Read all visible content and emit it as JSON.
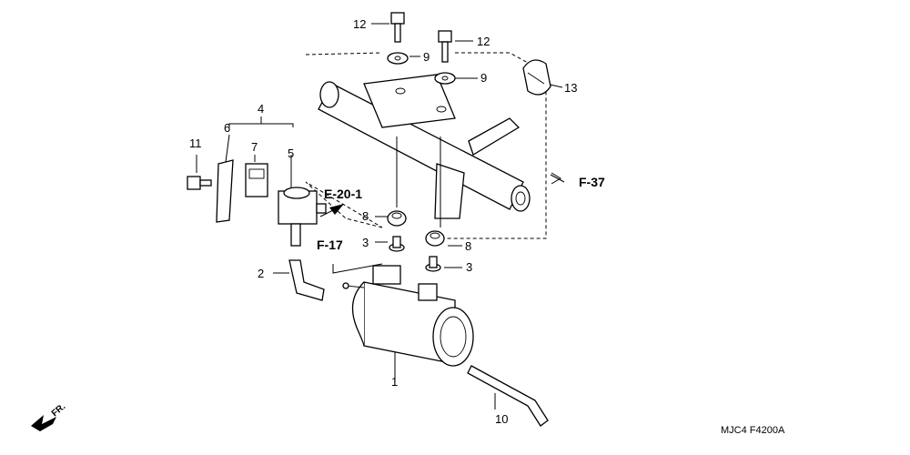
{
  "callouts": {
    "c1": "1",
    "c2": "2",
    "c3a": "3",
    "c3b": "3",
    "c4": "4",
    "c5": "5",
    "c6": "6",
    "c7": "7",
    "c8a": "8",
    "c8b": "8",
    "c9a": "9",
    "c9b": "9",
    "c10": "10",
    "c11": "11",
    "c12a": "12",
    "c12b": "12",
    "c13": "13"
  },
  "refs": {
    "e201": "E-20-1",
    "f17": "F-17",
    "f37": "F-37"
  },
  "direction": "FR.",
  "diagram_code": "MJC4  F4200A"
}
